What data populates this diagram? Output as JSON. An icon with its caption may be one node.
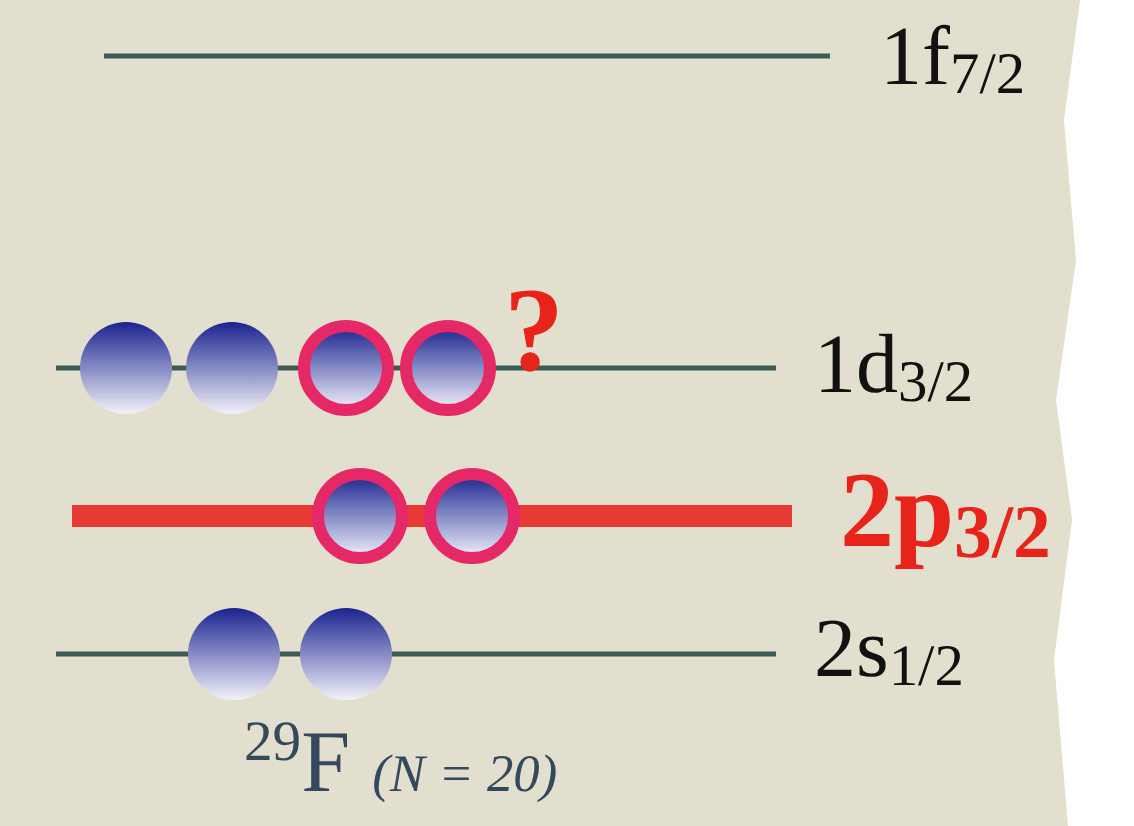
{
  "diagram": {
    "labels": [
      "1f$_{7/2}$",
      "?",
      "1d$_{3/2}$",
      "2p$_{3/2}$",
      "2s$_{1/2}$",
      "$^{29}$F *(N = 20)*"
    ]
  }
}
